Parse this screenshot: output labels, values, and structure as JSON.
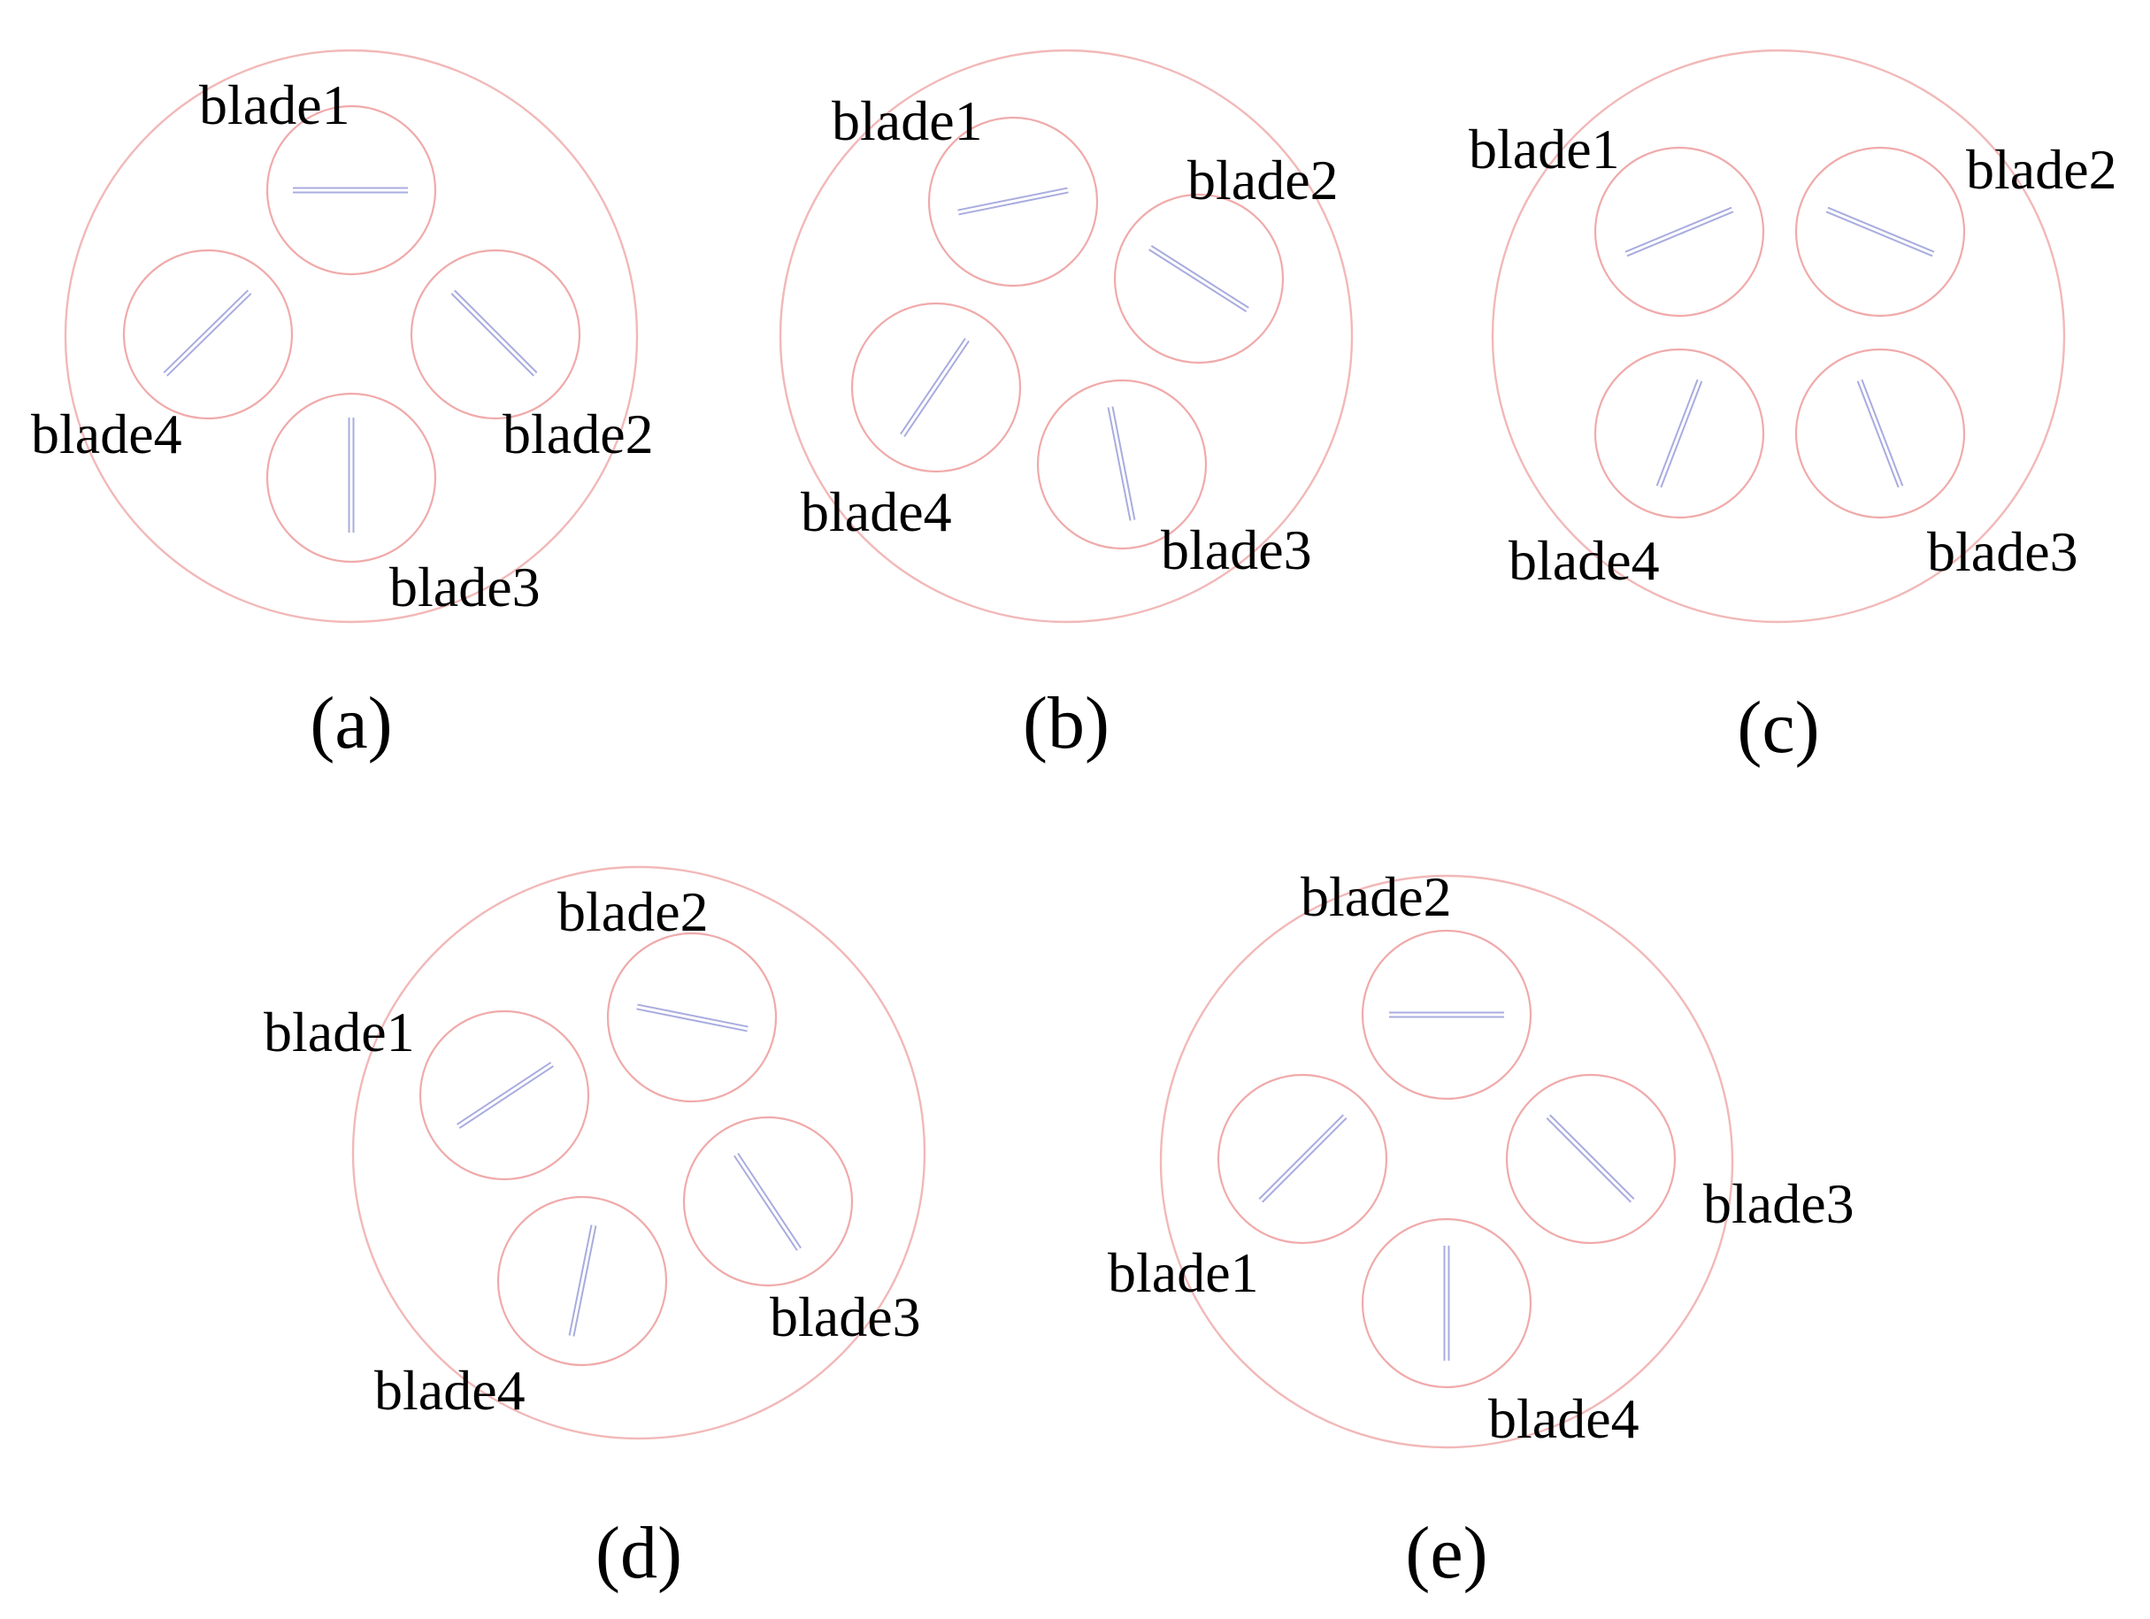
{
  "panels": [
    {
      "caption": "(a)",
      "blades": [
        {
          "label": "blade1"
        },
        {
          "label": "blade2"
        },
        {
          "label": "blade3"
        },
        {
          "label": "blade4"
        }
      ]
    },
    {
      "caption": "(b)",
      "blades": [
        {
          "label": "blade1"
        },
        {
          "label": "blade2"
        },
        {
          "label": "blade3"
        },
        {
          "label": "blade4"
        }
      ]
    },
    {
      "caption": "(c)",
      "blades": [
        {
          "label": "blade1"
        },
        {
          "label": "blade2"
        },
        {
          "label": "blade3"
        },
        {
          "label": "blade4"
        }
      ]
    },
    {
      "caption": "(d)",
      "blades": [
        {
          "label": "blade1"
        },
        {
          "label": "blade2"
        },
        {
          "label": "blade3"
        },
        {
          "label": "blade4"
        }
      ]
    },
    {
      "caption": "(e)",
      "blades": [
        {
          "label": "blade1"
        },
        {
          "label": "blade2"
        },
        {
          "label": "blade3"
        },
        {
          "label": "blade4"
        }
      ]
    }
  ],
  "colors": {
    "outer_circle": "#f2b8b8",
    "rotor_circle": "#f0aaaa",
    "blade": "#a9acdf",
    "text": "#000000"
  }
}
